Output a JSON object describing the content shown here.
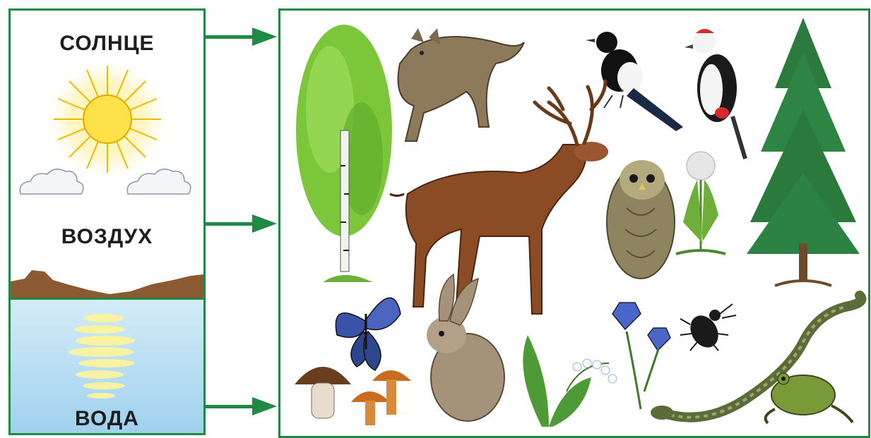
{
  "labels": {
    "sun": "СОЛНЦЕ",
    "air": "ВОЗДУХ",
    "water": "ВОДА"
  },
  "colors": {
    "border": "#1f8a43",
    "arrow": "#1f8a43",
    "sun": "#ffe14a",
    "water": "#9fd1ee",
    "ground": "#8b5a32"
  },
  "organisms": [
    "birch-tree",
    "wolf",
    "magpie",
    "woodpecker",
    "spruce-tree",
    "deer",
    "owl",
    "dandelion",
    "mushroom",
    "butterfly",
    "hare",
    "lily-of-the-valley",
    "bluebell",
    "beetle",
    "snake",
    "frog"
  ]
}
